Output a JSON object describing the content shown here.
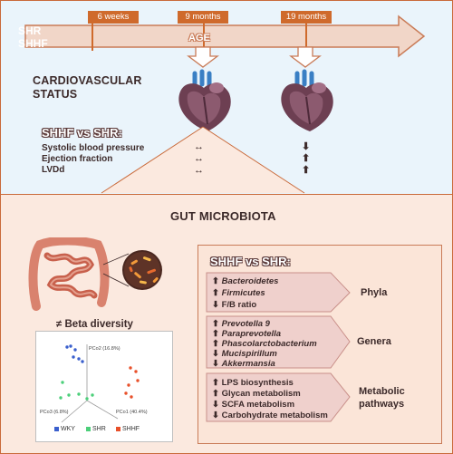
{
  "timeline": {
    "groups": [
      "SHR",
      "SHHF"
    ],
    "timepoints": [
      "6 weeks",
      "9 months",
      "19 months"
    ],
    "axis_label": "AGE"
  },
  "cardio": {
    "title_line1": "CARDIOVASCULAR",
    "title_line2": "STATUS",
    "comparison": "SHHF vs SHR:",
    "metrics": [
      "Systolic blood pressure",
      "Ejection fraction",
      "LVDd"
    ],
    "arrows_9m": [
      "↔",
      "↔",
      "↔"
    ],
    "arrows_19m": [
      "⬇",
      "⬆",
      "⬆"
    ]
  },
  "gut": {
    "title": "GUT MICROBIOTA",
    "beta_diversity": "≠  Beta diversity",
    "pcoa": {
      "pc2": "PCo2 (16.8%)",
      "pc1": "PCo1 (40.4%)",
      "pc3": "PCo3 (6.8%)",
      "legend": [
        "WKY",
        "SHR",
        "SHHF"
      ],
      "colors": {
        "WKY": "#3a5fcd",
        "SHR": "#4ccf7a",
        "SHHF": "#e8502a"
      }
    },
    "comparison": "SHHF vs SHR:",
    "phyla": {
      "label": "Phyla",
      "items": [
        {
          "arrow": "⬆",
          "text": "Bacteroidetes",
          "italic": true
        },
        {
          "arrow": "⬆",
          "text": "Firmicutes",
          "italic": true
        },
        {
          "arrow": "⬇",
          "text": "F/B ratio",
          "italic": false
        }
      ]
    },
    "genera": {
      "label": "Genera",
      "items": [
        {
          "arrow": "⬆",
          "text": "Prevotella 9",
          "italic": true
        },
        {
          "arrow": "⬆",
          "text": "Paraprevotella",
          "italic": true
        },
        {
          "arrow": "⬆",
          "text": "Phascolarctobacterium",
          "italic": true
        },
        {
          "arrow": "⬇",
          "text": "Mucispirillum",
          "italic": true
        },
        {
          "arrow": "⬇",
          "text": "Akkermansia",
          "italic": true
        }
      ]
    },
    "pathways": {
      "label_line1": "Metabolic",
      "label_line2": "pathways",
      "items": [
        {
          "arrow": "⬆",
          "text": "LPS biosynthesis",
          "italic": false
        },
        {
          "arrow": "⬆",
          "text": "Glycan metabolism",
          "italic": false
        },
        {
          "arrow": "⬇",
          "text": "SCFA metabolism",
          "italic": false
        },
        {
          "arrow": "⬇",
          "text": "Carbohydrate metabolism",
          "italic": false
        }
      ]
    }
  }
}
